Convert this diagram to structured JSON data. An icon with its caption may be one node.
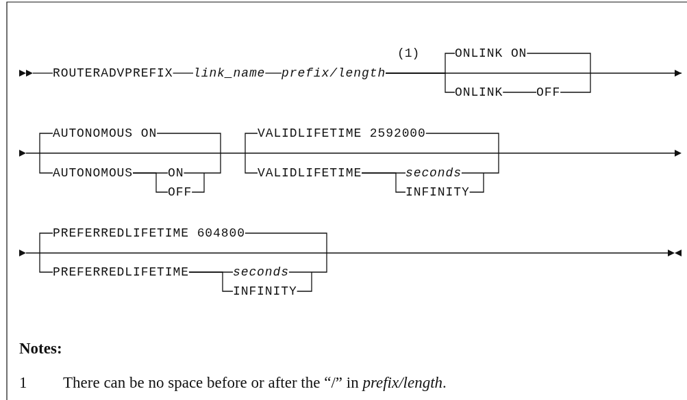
{
  "diagram": {
    "nodes": [
      {
        "text": [
          "ROUTERADVPREFIX"
        ]
      },
      {
        "text": [
          "link_name"
        ]
      },
      {
        "text": [
          "prefix/length"
        ]
      },
      {
        "text": [
          "ONLINK ON"
        ]
      },
      {
        "text": [
          "ONLINK"
        ]
      },
      {
        "text": [
          "OFF"
        ]
      },
      {
        "text": [
          "AUTONOMOUS ON"
        ]
      },
      {
        "text": [
          "AUTONOMOUS"
        ]
      },
      {
        "text": [
          "ON"
        ]
      },
      {
        "text": [
          "OFF"
        ]
      },
      {
        "text": [
          "VALIDLIFETIME 2592000"
        ]
      },
      {
        "text": [
          "VALIDLIFETIME"
        ]
      },
      {
        "text": [
          "seconds"
        ]
      },
      {
        "text": [
          "INFINITY"
        ]
      },
      {
        "text": [
          "PREFERREDLIFETIME 604800"
        ]
      },
      {
        "text": [
          "PREFERREDLIFETIME"
        ]
      },
      {
        "text": [
          "seconds"
        ]
      },
      {
        "text": [
          "INFINITY"
        ]
      }
    ],
    "edges": [
      {
        "from": null,
        "to": 0,
        "arrow": "none"
      },
      {
        "from": 0,
        "to": 1,
        "arrow": "none"
      },
      {
        "from": 1,
        "to": 2,
        "arrow": "none"
      },
      {
        "from": 2,
        "to": null,
        "arrow": "to"
      },
      {
        "from": 2,
        "to": 3,
        "arrow": "none"
      },
      {
        "from": 2,
        "to": 4,
        "arrow": "none"
      },
      {
        "from": 4,
        "to": 5,
        "arrow": "none"
      },
      {
        "from": 3,
        "to": null,
        "arrow": "none"
      },
      {
        "from": 5,
        "to": null,
        "arrow": "none"
      },
      {
        "from": null,
        "to": 6,
        "arrow": "none"
      },
      {
        "from": null,
        "to": 7,
        "arrow": "none"
      },
      {
        "from": 6,
        "to": null,
        "arrow": "none"
      },
      {
        "from": 7,
        "to": 8,
        "arrow": "none"
      },
      {
        "from": 7,
        "to": 9,
        "arrow": "none"
      },
      {
        "from": 8,
        "to": null,
        "arrow": "none"
      },
      {
        "from": 9,
        "to": null,
        "arrow": "none"
      },
      {
        "from": null,
        "to": 10,
        "arrow": "none"
      },
      {
        "from": null,
        "to": 11,
        "arrow": "none"
      },
      {
        "from": 10,
        "to": null,
        "arrow": "none"
      },
      {
        "from": 11,
        "to": 12,
        "arrow": "none"
      },
      {
        "from": 11,
        "to": 13,
        "arrow": "none"
      },
      {
        "from": 12,
        "to": null,
        "arrow": "none"
      },
      {
        "from": 13,
        "to": null,
        "arrow": "none"
      },
      {
        "from": null,
        "to": 14,
        "arrow": "none"
      },
      {
        "from": null,
        "to": 15,
        "arrow": "none"
      },
      {
        "from": 14,
        "to": null,
        "arrow": "none"
      },
      {
        "from": 15,
        "to": 16,
        "arrow": "none"
      },
      {
        "from": 15,
        "to": 17,
        "arrow": "none"
      },
      {
        "from": 16,
        "to": null,
        "arrow": "none"
      },
      {
        "from": 17,
        "to": null,
        "arrow": "none"
      }
    ],
    "labels": [
      "(1)",
      "Notes:",
      "1",
      "There can be no space before or after the “/” in *prefix/length*."
    ]
  }
}
